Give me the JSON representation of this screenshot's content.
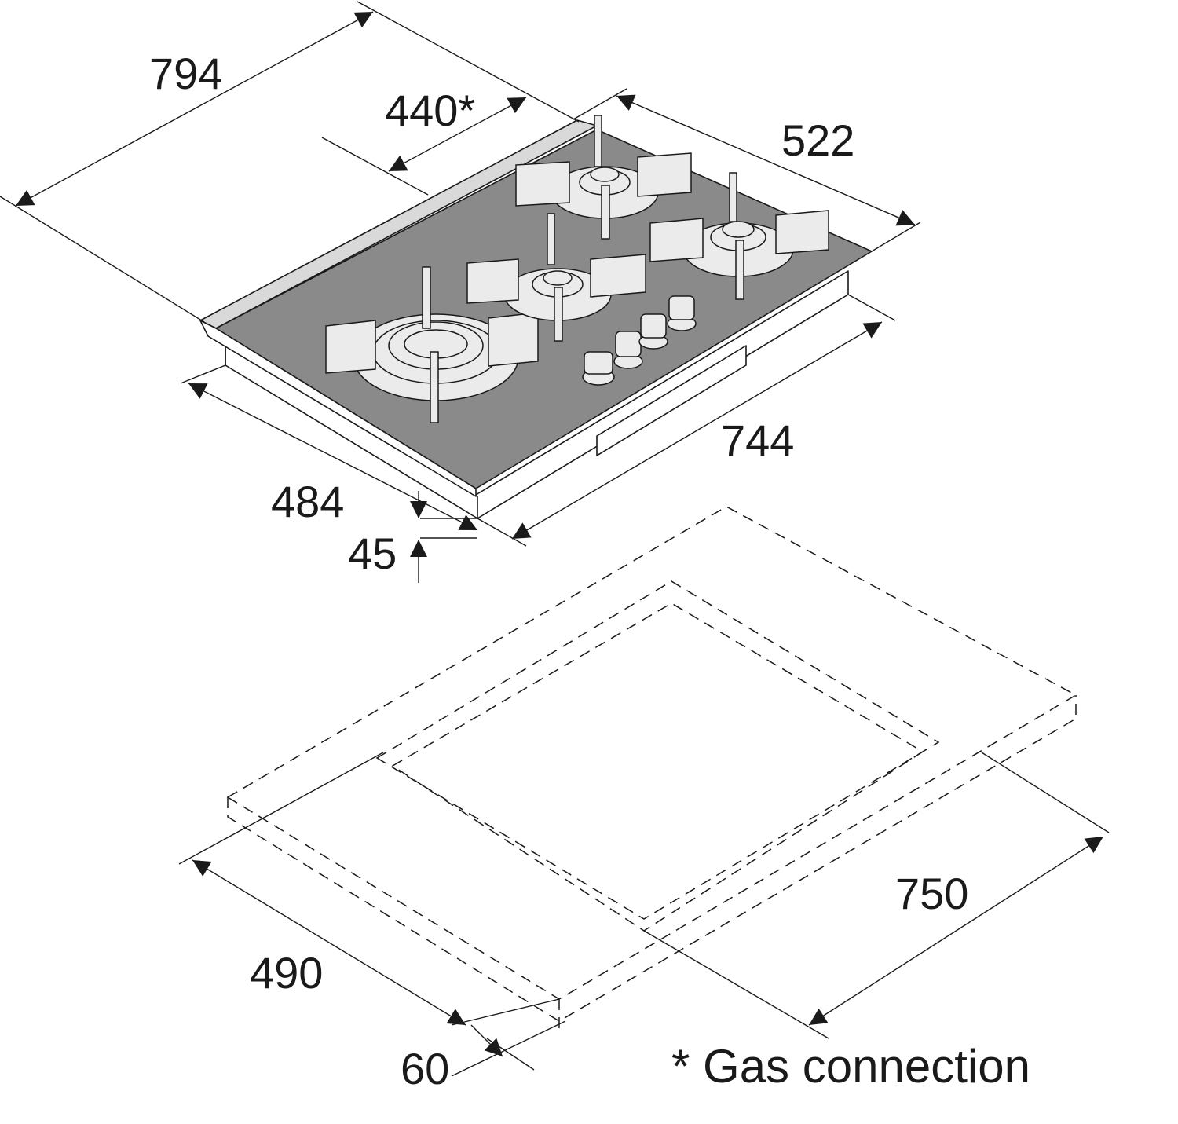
{
  "dimensions": {
    "overall_depth": "794",
    "gas_connection_offset": "440*",
    "right_depth": "522",
    "hob_width": "744",
    "hob_depth": "484",
    "hob_height": "45",
    "cutout_width": "750",
    "cutout_depth": "490",
    "cutout_front_margin": "60"
  },
  "footnote": "* Gas connection",
  "colors": {
    "glass": "#8a8a8a",
    "line": "#1a1a1a",
    "frame_top": "#d9d9d9",
    "burner_fill": "#ebebeb",
    "background": "#ffffff"
  }
}
